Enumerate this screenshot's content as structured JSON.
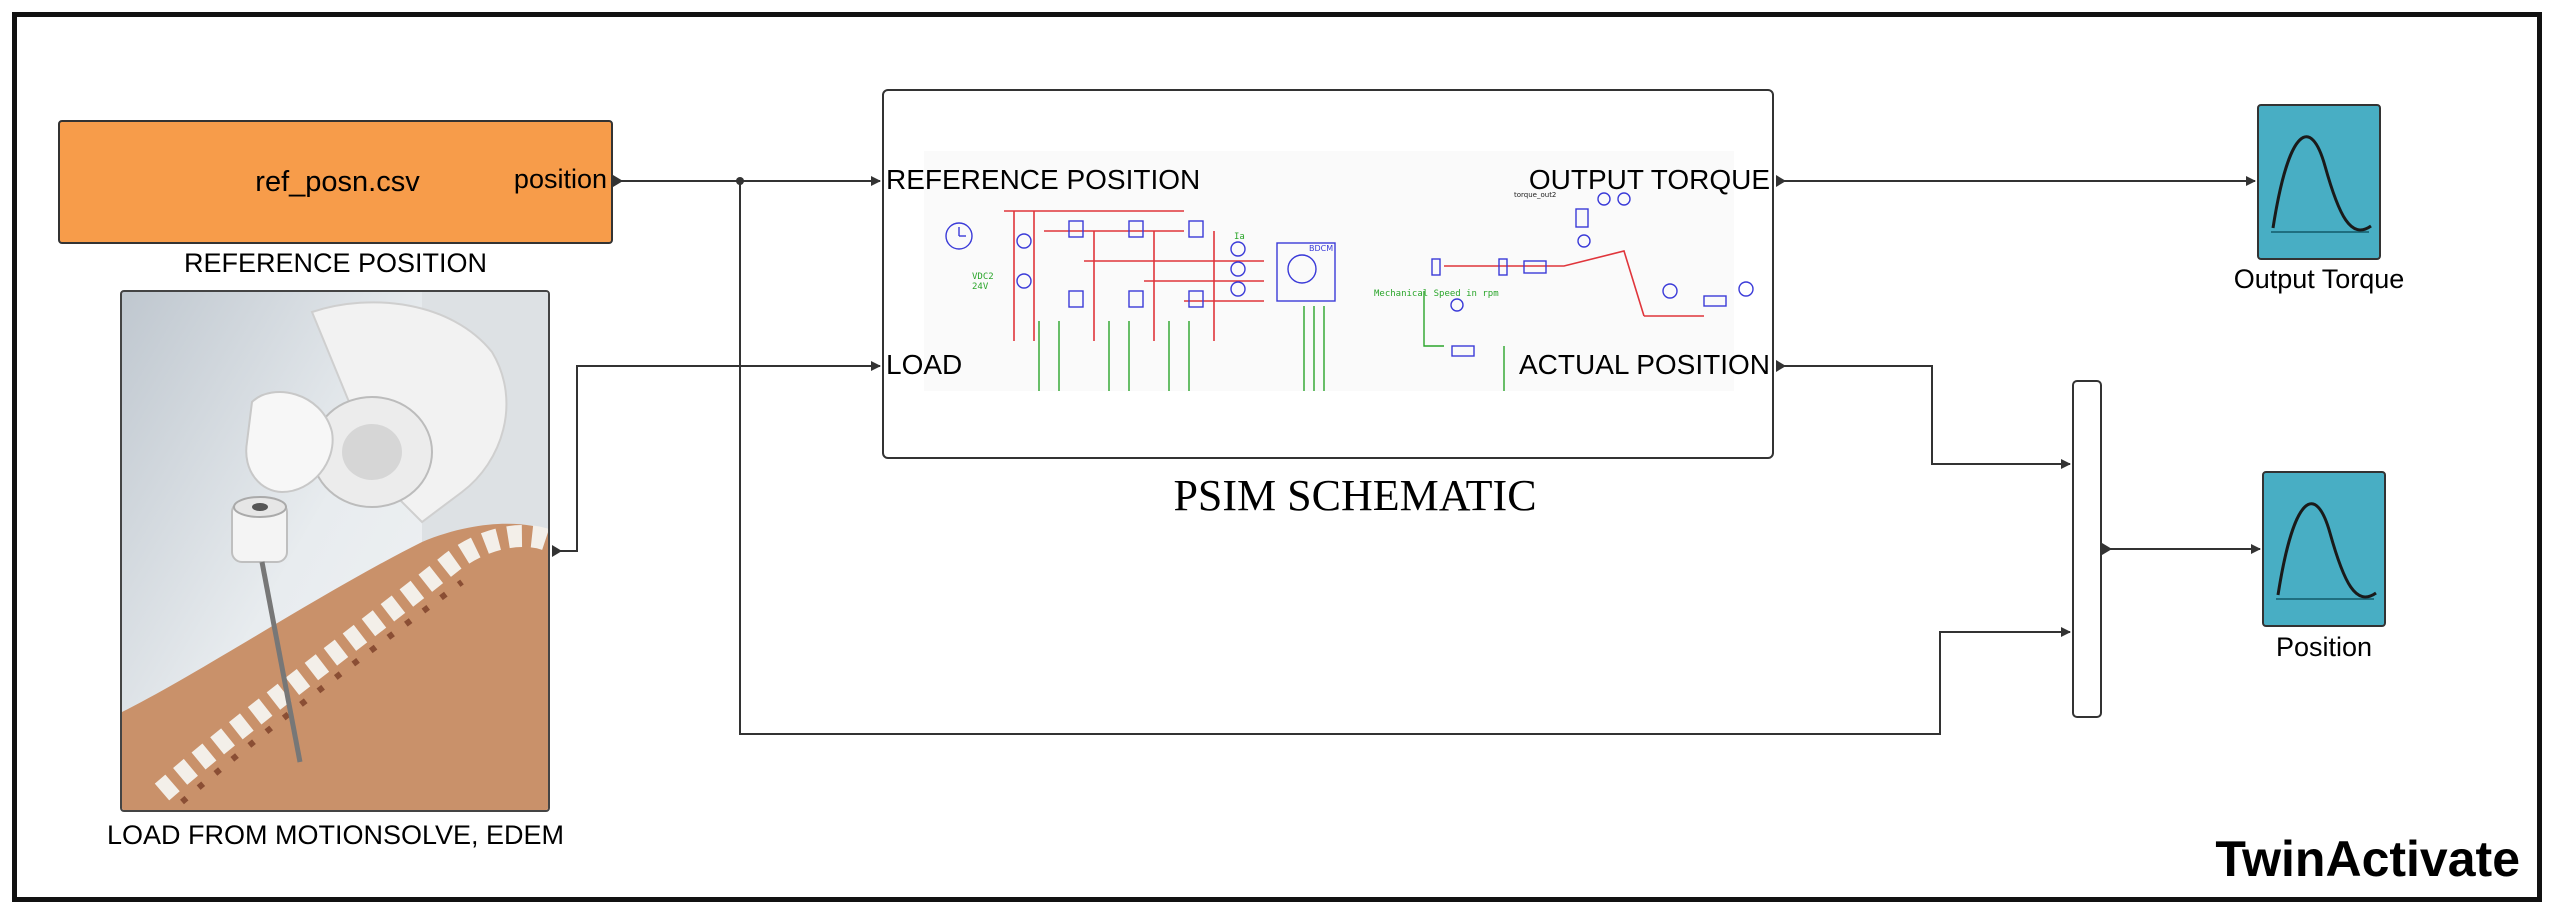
{
  "source_block": {
    "file": "ref_posn.csv",
    "port": "position",
    "caption": "REFERENCE POSITION"
  },
  "load_block": {
    "caption": "LOAD FROM MOTIONSOLVE, EDEM"
  },
  "psim_block": {
    "title": "PSIM SCHEMATIC",
    "in_reference": "REFERENCE POSITION",
    "in_load": "LOAD",
    "out_torque": "OUTPUT TORQUE",
    "out_position": "ACTUAL POSITION",
    "schematic_texts": {
      "vdc": "VDC2",
      "voltage": "24V",
      "motor": "BDCM",
      "speed": "Mechanical Speed in rpm",
      "torque": "torque_out2",
      "current": "Ia"
    }
  },
  "scopes": [
    {
      "caption": "Output Torque"
    },
    {
      "caption": "Position"
    }
  ],
  "brand": "TwinActivate",
  "colors": {
    "source": "#f79c4a",
    "scope": "#48aec4",
    "wire": "#333333",
    "schematic_red": "#e0353b",
    "schematic_blue": "#3a3ad8",
    "schematic_green": "#2aa52a"
  }
}
